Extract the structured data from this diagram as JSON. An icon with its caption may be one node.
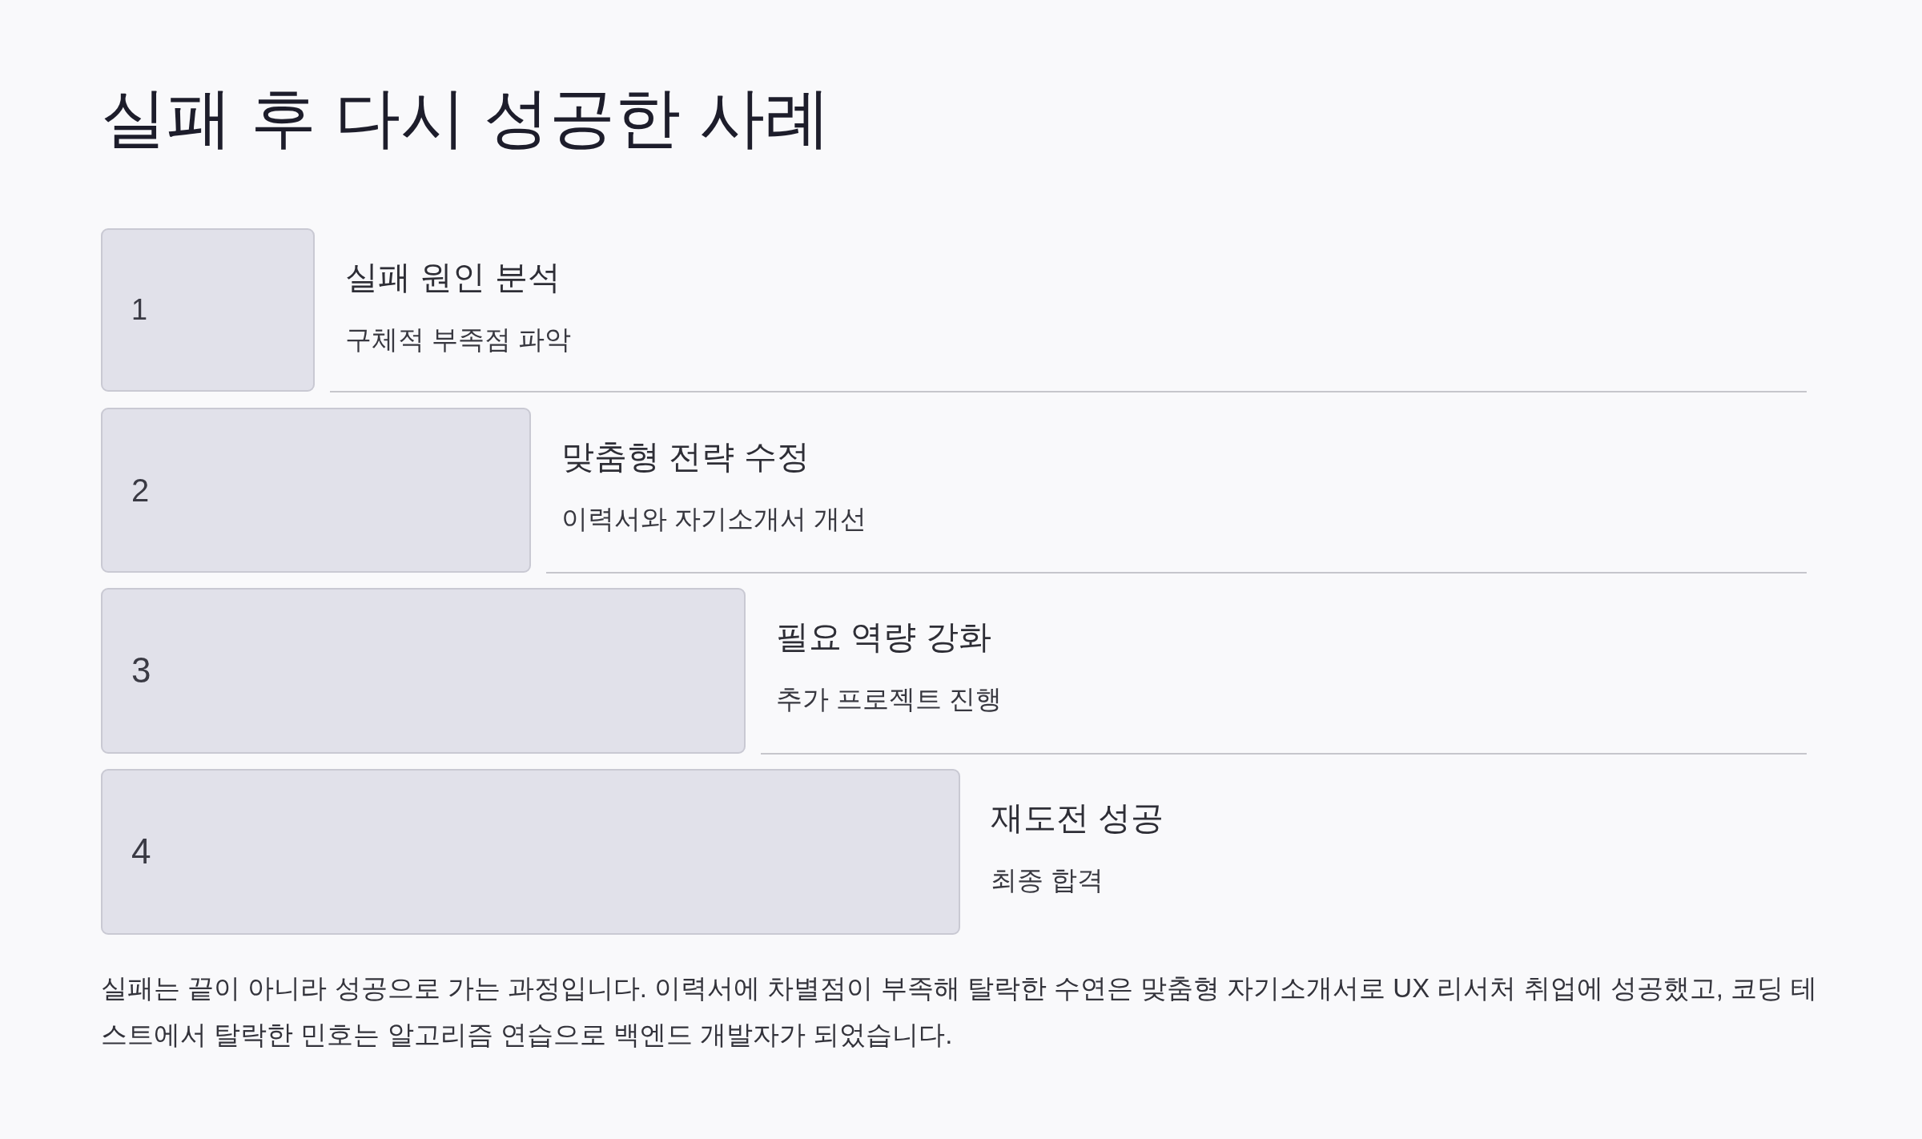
{
  "diagram": {
    "title": "실패 후 다시 성공한 사례",
    "nodes": [
      {
        "text": [
          "1"
        ],
        "beside": [
          "실패 원인 분석",
          "구체적 부족점 파악"
        ]
      },
      {
        "text": [
          "2"
        ],
        "beside": [
          "맞춤형 전략 수정",
          "이력서와 자기소개서 개선"
        ]
      },
      {
        "text": [
          "3"
        ],
        "beside": [
          "필요 역량 강화",
          "추가 프로젝트 진행"
        ]
      },
      {
        "text": [
          "4"
        ],
        "beside": [
          "재도전 성공",
          "최종 합격"
        ]
      }
    ],
    "caption": "실패는 끝이 아니라 성공으로 가는 과정입니다. 이력서에 차별점이 부족해 탈락한 수연은 맞춤형 자기소개서로 UX 리서처 취업에 성공했고, 코딩 테스트에서 탈락한 민호는 알고리즘 연습으로 백엔드 개발자가 되었습니다."
  }
}
